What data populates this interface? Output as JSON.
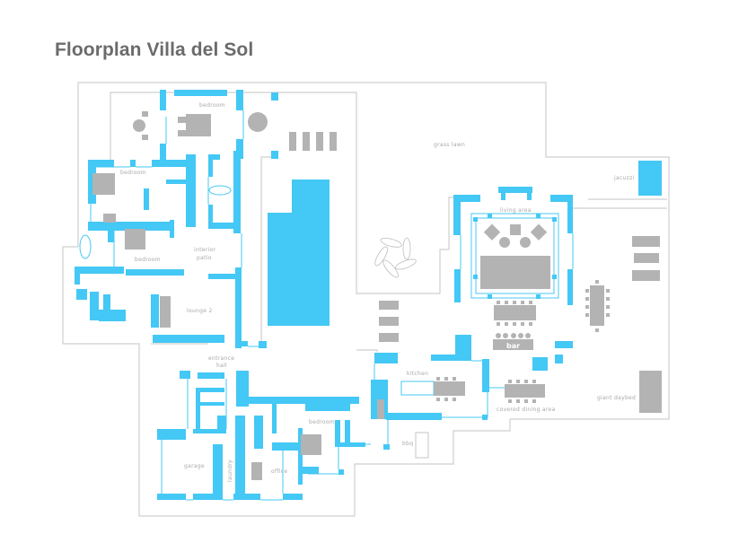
{
  "title": "Floorplan Villa del Sol",
  "colors": {
    "walls": "#44c8f5",
    "furniture": "#b3b3b3",
    "outline": "#cfcfcf",
    "title": "#6b6b6b"
  },
  "rooms": {
    "bedroom_top": "bedroom",
    "bedroom_left": "bedroom",
    "bedroom_mid": "bedroom",
    "bedroom_south": "bedroom",
    "interior_patio_1": "interior",
    "interior_patio_2": "patio",
    "lounge2": "lounge 2",
    "entrance_1": "entrance",
    "entrance_2": "hall",
    "garage": "garage",
    "laundry": "laundry",
    "office": "office",
    "bbq": "bbq",
    "kitchen": "kitchen",
    "grass_lawn": "grass lawn",
    "living_area": "living area",
    "bar": "bar",
    "covered_dining": "covered dining area",
    "jacuzzi": "jacuzzi",
    "giant_daybed": "giant daybed"
  }
}
